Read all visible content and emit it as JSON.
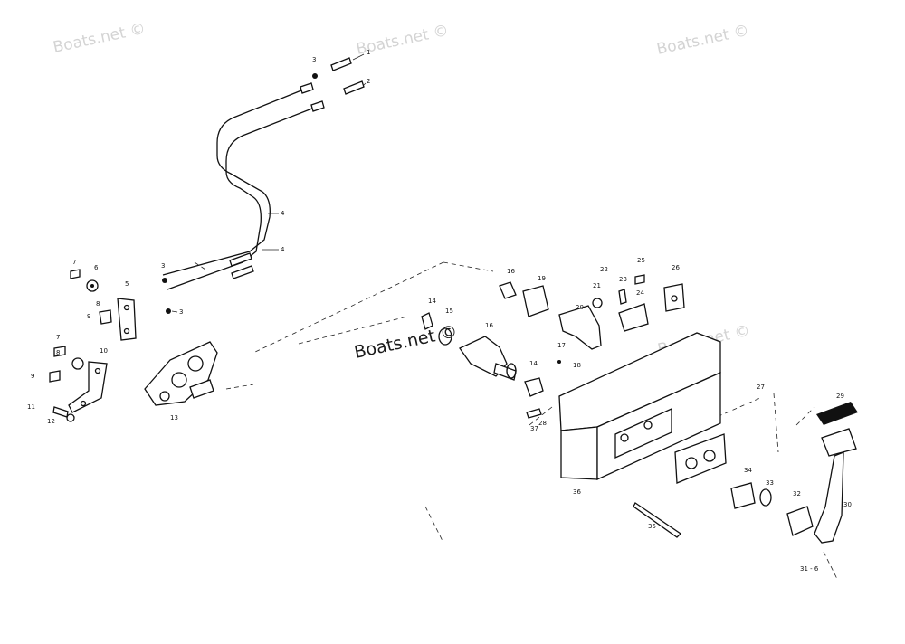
{
  "watermarks": [
    "Boats.net ©",
    "Boats.net ©",
    "Boats.net ©",
    "Boats.net ©",
    "Boats.net ©"
  ],
  "callouts": [
    "1",
    "2",
    "3",
    "3",
    "3",
    "4",
    "4",
    "5",
    "6",
    "7",
    "7",
    "8",
    "8",
    "9",
    "9",
    "10",
    "11",
    "12",
    "13",
    "14",
    "14",
    "15",
    "16",
    "16",
    "17",
    "18",
    "19",
    "20",
    "21",
    "22",
    "23",
    "24",
    "25",
    "26",
    "27",
    "28",
    "29",
    "30",
    "31 - 6",
    "32",
    "33",
    "34",
    "35",
    "36",
    "37"
  ]
}
